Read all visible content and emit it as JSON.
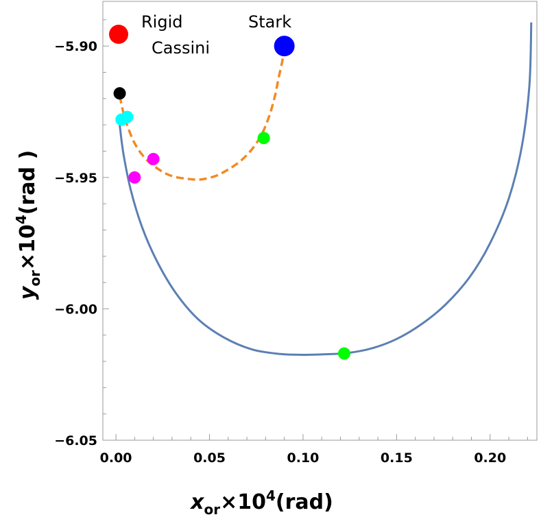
{
  "chart_data": {
    "type": "line",
    "xlabel": {
      "main": "x",
      "sub": "or",
      "times": "×10",
      "sup": "4",
      "unit": "(rad)"
    },
    "ylabel": {
      "main": "y",
      "sub": "or",
      "times": "×10",
      "sup": "4",
      "unit": "(rad )"
    },
    "xlim": [
      -0.007,
      0.225
    ],
    "ylim": [
      -6.05,
      -5.883
    ],
    "xticks": [
      0.0,
      0.05,
      0.1,
      0.15,
      0.2
    ],
    "xtick_labels": [
      "0.00",
      "0.05",
      "0.10",
      "0.15",
      "0.20"
    ],
    "yticks": [
      -5.9,
      -5.95,
      -6.0,
      -6.05
    ],
    "ytick_labels": [
      "−5.90",
      "−5.95",
      "−6.00",
      "−6.05"
    ],
    "series": [
      {
        "name": "Rigid Cassini",
        "style": "solid",
        "color": "#5b7fb3",
        "x": [
          0.002,
          0.004,
          0.008,
          0.014,
          0.022,
          0.032,
          0.044,
          0.058,
          0.073,
          0.088,
          0.1,
          0.112,
          0.124,
          0.137,
          0.15,
          0.163,
          0.176,
          0.189,
          0.2,
          0.21,
          0.217,
          0.221,
          0.222
        ],
        "y": [
          -5.93,
          -5.941,
          -5.955,
          -5.969,
          -5.982,
          -5.994,
          -6.004,
          -6.011,
          -6.0155,
          -6.0172,
          -6.0175,
          -6.0173,
          -6.0168,
          -6.015,
          -6.0115,
          -6.006,
          -5.9985,
          -5.988,
          -5.975,
          -5.958,
          -5.938,
          -5.915,
          -5.891
        ]
      },
      {
        "name": "Stark",
        "style": "dashed",
        "color": "#f28a24",
        "x": [
          0.002,
          0.005,
          0.01,
          0.016,
          0.023,
          0.03,
          0.038,
          0.045,
          0.053,
          0.06,
          0.067,
          0.073,
          0.078,
          0.082,
          0.085,
          0.087,
          0.089,
          0.09
        ],
        "y": [
          -5.919,
          -5.928,
          -5.937,
          -5.943,
          -5.947,
          -5.9495,
          -5.9505,
          -5.9508,
          -5.9495,
          -5.947,
          -5.9435,
          -5.939,
          -5.9335,
          -5.9265,
          -5.919,
          -5.912,
          -5.9055,
          -5.901
        ]
      }
    ],
    "markers": [
      {
        "x": 0.002,
        "y": -5.918,
        "color": "#000000",
        "size": "small"
      },
      {
        "x": 0.003,
        "y": -5.928,
        "color": "#00ffff",
        "size": "small"
      },
      {
        "x": 0.006,
        "y": -5.927,
        "color": "#00ffff",
        "size": "small"
      },
      {
        "x": 0.01,
        "y": -5.95,
        "color": "#ff00ff",
        "size": "small"
      },
      {
        "x": 0.02,
        "y": -5.943,
        "color": "#ff00ff",
        "size": "small"
      },
      {
        "x": 0.079,
        "y": -5.935,
        "color": "#00ff00",
        "size": "small"
      },
      {
        "x": 0.122,
        "y": -6.017,
        "color": "#00ff00",
        "size": "small"
      },
      {
        "x": 0.09,
        "y": -5.9,
        "color": "#0000ff",
        "size": "large"
      }
    ],
    "legend": [
      {
        "label": "Rigid\nCassini",
        "color": "#ff0000"
      },
      {
        "label": "Stark",
        "color": "#0000ff"
      }
    ],
    "legend_placement": "top",
    "grid": false
  }
}
